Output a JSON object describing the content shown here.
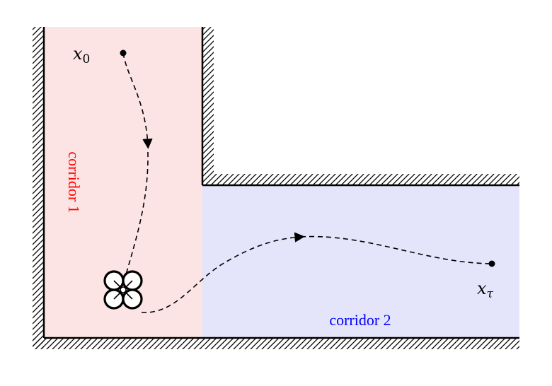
{
  "corridor1": {
    "label": "corridor 1",
    "color": "#fde4e4",
    "label_color": "#ff0000"
  },
  "corridor2": {
    "label": "corridor 2",
    "color": "#e4e4fa",
    "label_color": "#0000ff"
  },
  "start": {
    "symbol": "x",
    "subscript": "0"
  },
  "goal": {
    "symbol": "x",
    "subscript": "τ"
  },
  "robot": {
    "icon": "quadrotor-icon"
  },
  "wall": {
    "style": "hatched"
  }
}
